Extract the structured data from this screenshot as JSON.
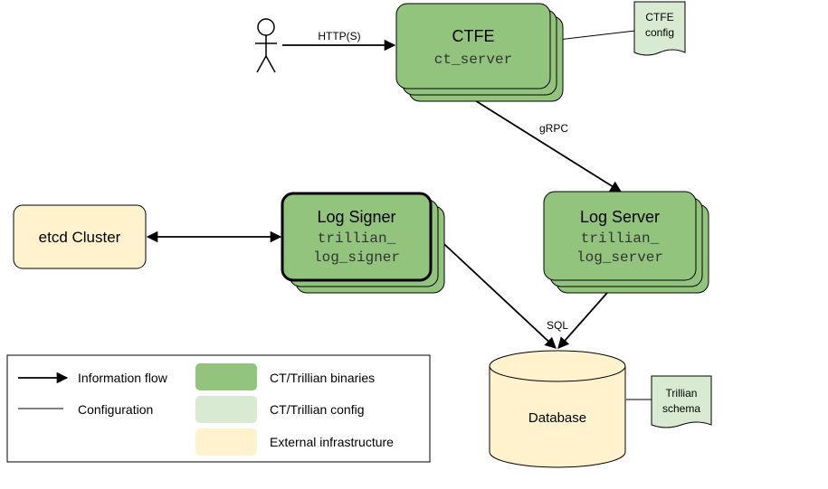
{
  "colors": {
    "binary_fill": "#93c47d",
    "config_fill": "#d9ead3",
    "infra_fill": "#fff2cc",
    "stroke": "#000000"
  },
  "nodes": {
    "ctfe": {
      "title": "CTFE",
      "binary": "ct_server"
    },
    "ctfe_config": {
      "line1": "CTFE",
      "line2": "config"
    },
    "log_signer": {
      "title": "Log Signer",
      "binary_line1": "trillian_",
      "binary_line2": "log_signer"
    },
    "log_server": {
      "title": "Log Server",
      "binary_line1": "trillian_",
      "binary_line2": "log_server"
    },
    "etcd": {
      "title": "etcd Cluster"
    },
    "database": {
      "title": "Database"
    },
    "trillian_schema": {
      "line1": "Trillian",
      "line2": "schema"
    },
    "user": {
      "icon": "person-icon"
    }
  },
  "edges": {
    "http": "HTTP(S)",
    "grpc": "gRPC",
    "sql": "SQL"
  },
  "legend": {
    "information_flow": "Information flow",
    "configuration": "Configuration",
    "binaries": "CT/Trillian binaries",
    "config": "CT/Trillian config",
    "external": "External infrastructure"
  }
}
